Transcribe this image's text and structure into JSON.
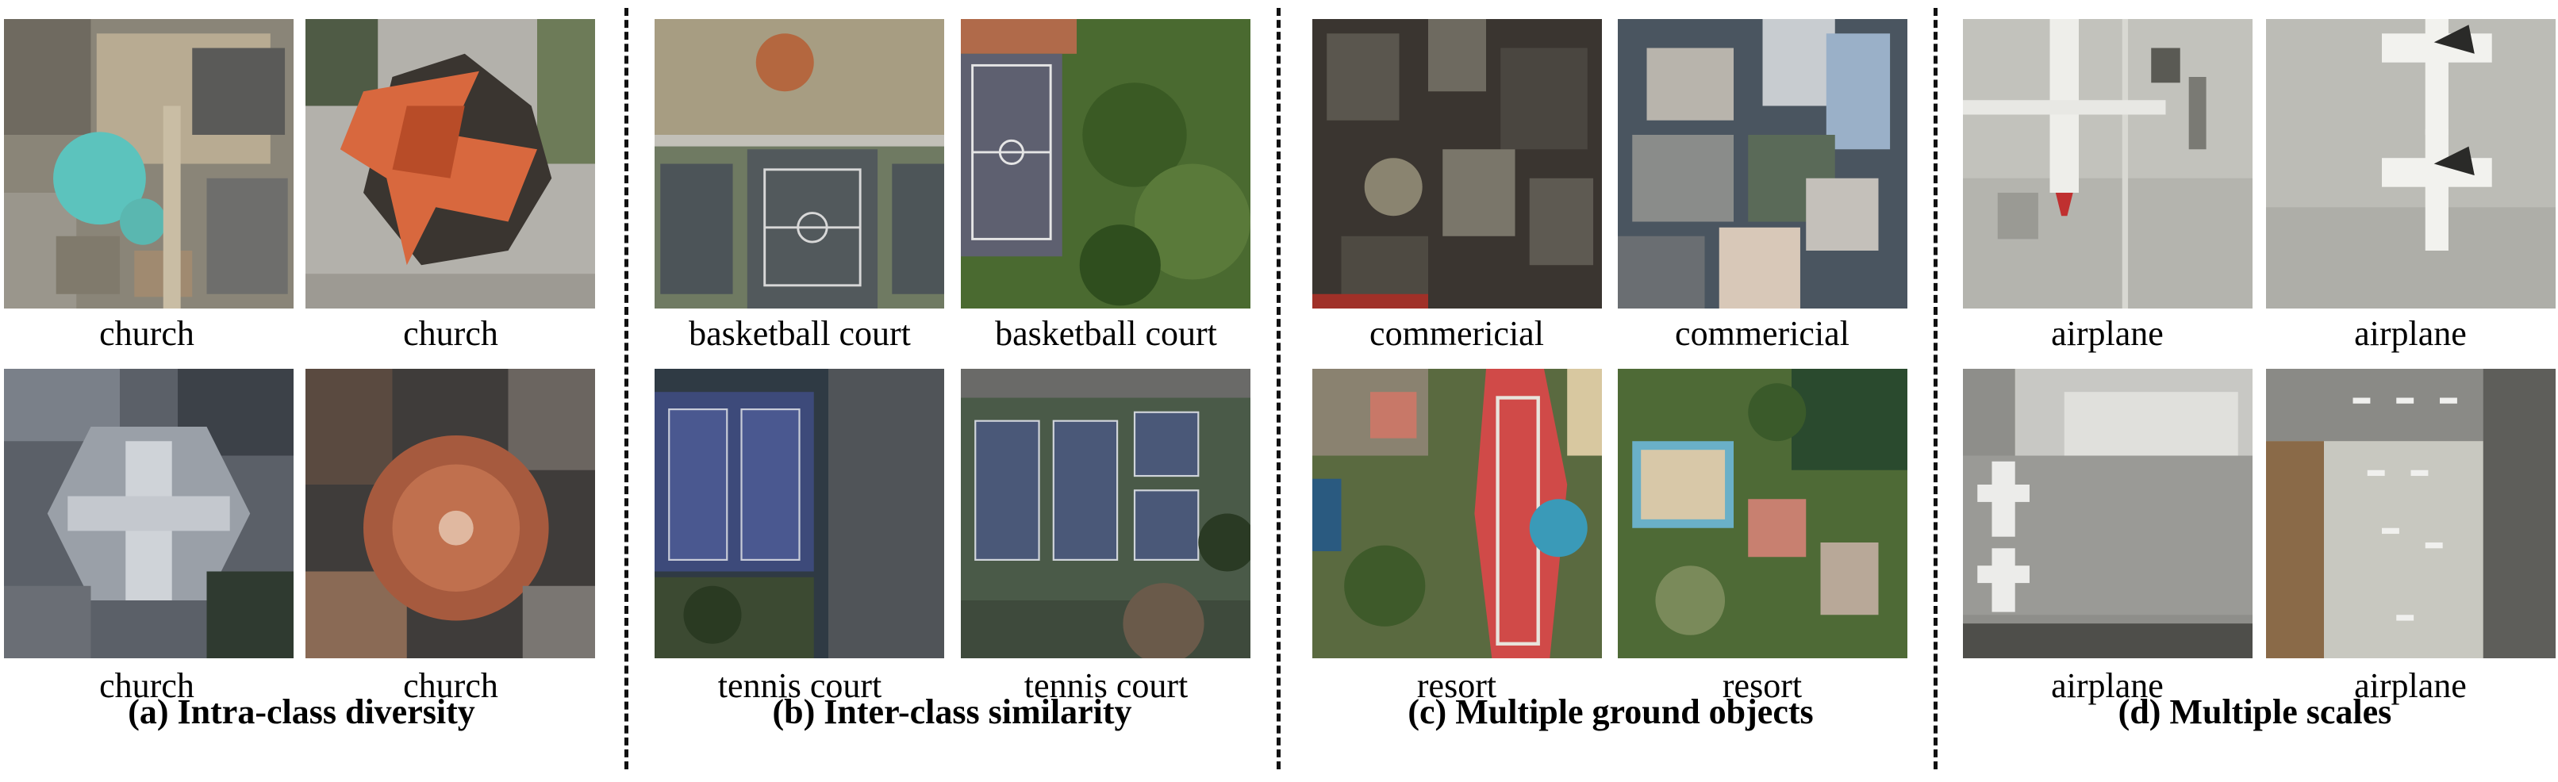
{
  "panels": [
    {
      "caption": "(a) Intra-class diversity",
      "labels": [
        "church",
        "church",
        "church",
        "church"
      ]
    },
    {
      "caption": "(b) Inter-class similarity",
      "labels": [
        "basketball court",
        "basketball court",
        "tennis court",
        "tennis court"
      ]
    },
    {
      "caption": "(c) Multiple ground objects",
      "labels": [
        "commericial",
        "commericial",
        "resort",
        "resort"
      ]
    },
    {
      "caption": "(d) Multiple scales",
      "labels": [
        "airplane",
        "airplane",
        "airplane",
        "airplane"
      ]
    }
  ]
}
